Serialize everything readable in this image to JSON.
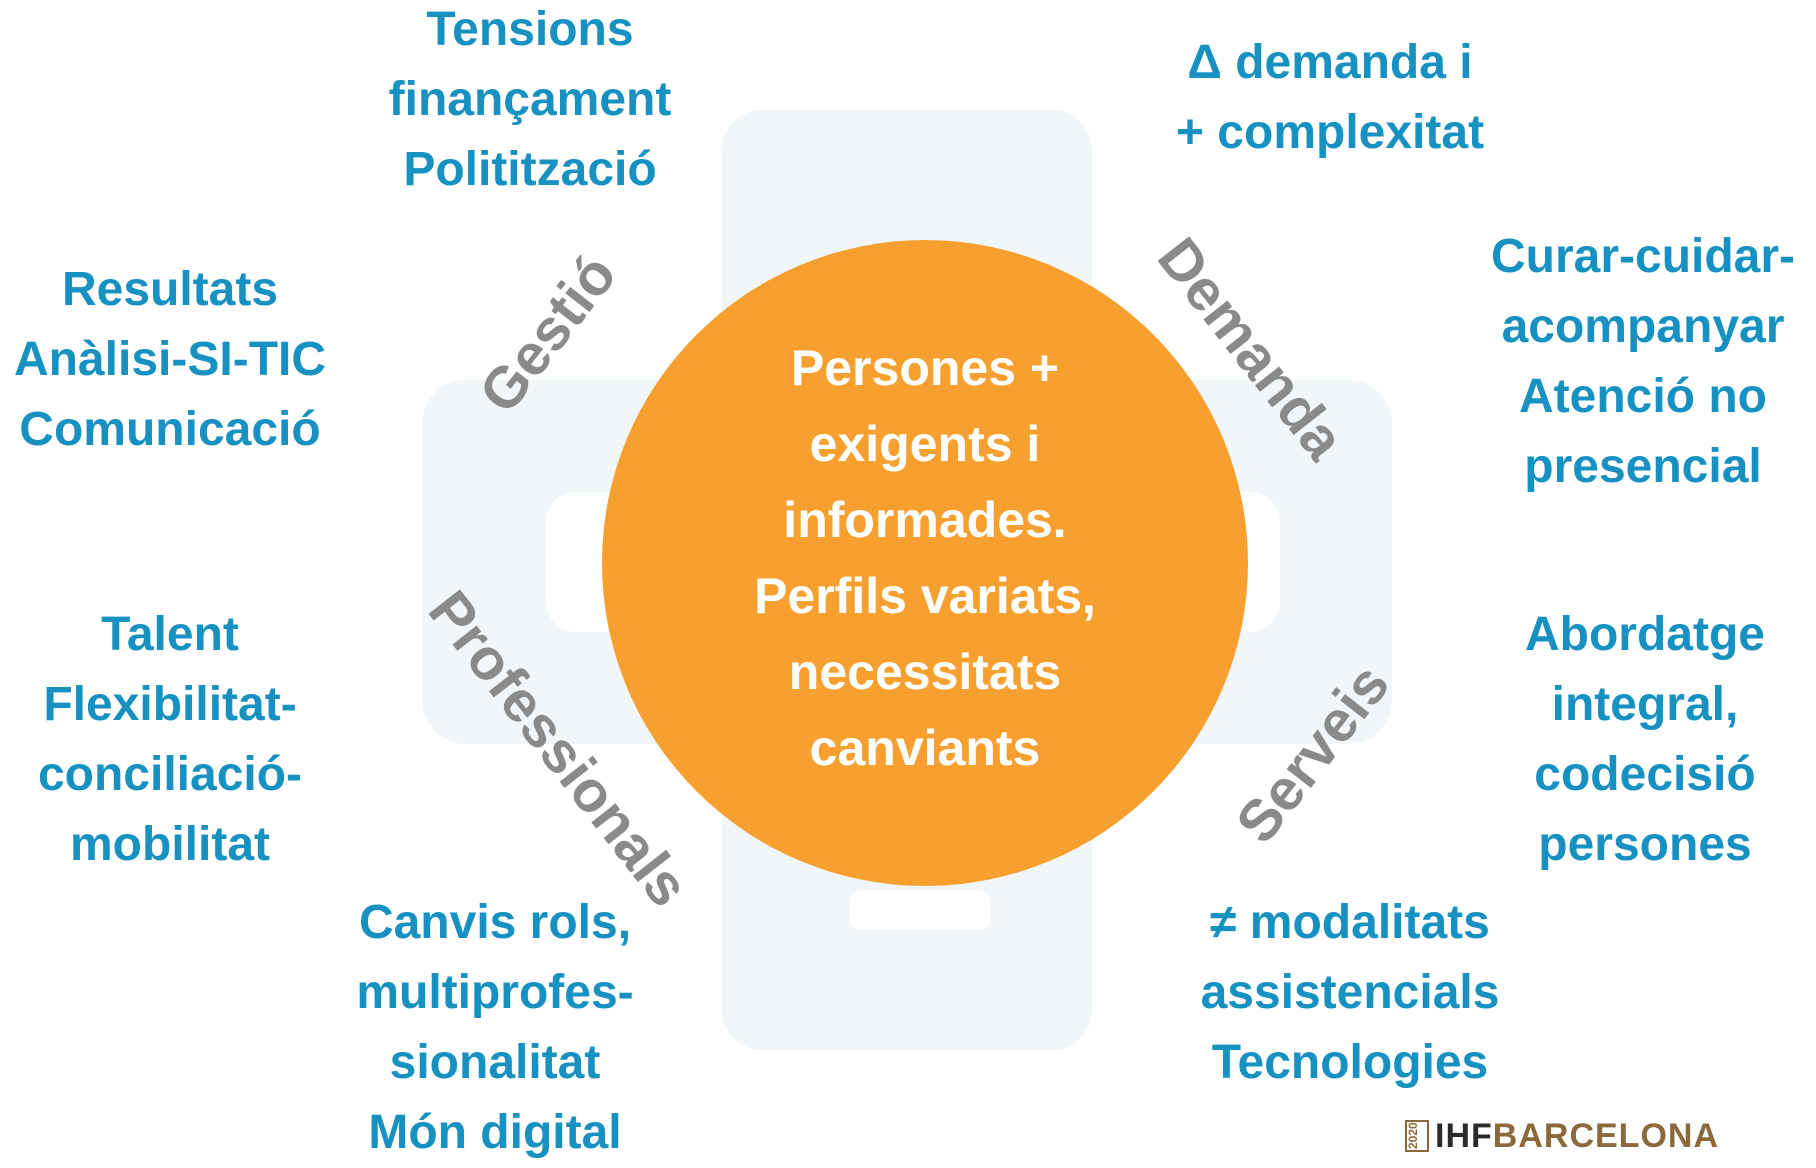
{
  "center": {
    "lines": [
      "Persones +",
      "exigents i",
      "informades.",
      "Perfils variats,",
      "necessitats",
      "canviants"
    ]
  },
  "axes": {
    "gestio": "Gestió",
    "demanda": "Demanda",
    "professionals": "Professionals",
    "serveis": "Serveis"
  },
  "blocks": {
    "top_left": [
      "Tensions",
      "finançament",
      "Politització"
    ],
    "top_right": [
      "Δ demanda i",
      "+ complexitat"
    ],
    "mid_left": [
      "Resultats",
      "Anàlisi-SI-TIC",
      "Comunicació"
    ],
    "mid_right": [
      "Curar-cuidar-",
      "acompanyar",
      "Atenció no",
      "presencial"
    ],
    "low_left": [
      "Talent",
      "Flexibilitat-",
      "conciliació-",
      "mobilitat"
    ],
    "low_right": [
      "Abordatge",
      "integral,",
      "codecisió",
      "persones"
    ],
    "bottom_left": [
      "Canvis rols,",
      "multiprofes-",
      "sionalitat",
      "Món digital"
    ],
    "bottom_right": [
      "≠ modalitats",
      "assistencials",
      "Tecnologies"
    ]
  },
  "logo": {
    "year": "2020",
    "ihf": "IHF",
    "city": "BARCELONA"
  },
  "colors": {
    "circle": "#f7a030",
    "text_blue": "#1791c1",
    "axis_gray": "#8a8a8a",
    "watermark": "#f1f6f9"
  }
}
